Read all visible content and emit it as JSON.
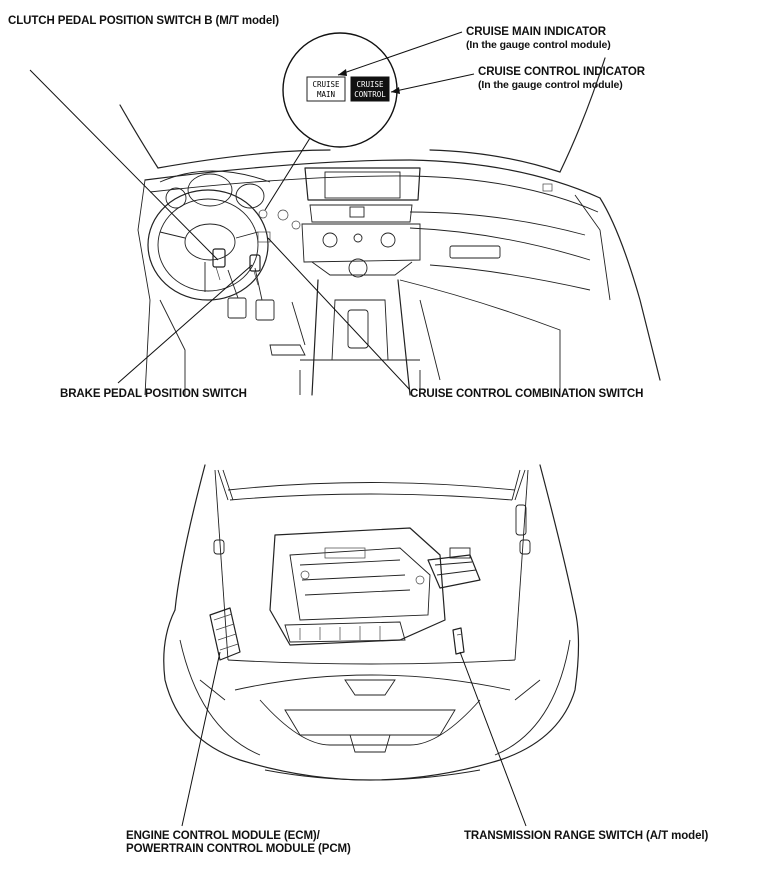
{
  "labels": {
    "clutch_switch": "CLUTCH PEDAL POSITION SWITCH B (M/T model)",
    "cruise_main": {
      "title": "CRUISE MAIN INDICATOR",
      "subtitle": "(In the gauge control module)"
    },
    "cruise_control": {
      "title": "CRUISE CONTROL INDICATOR",
      "subtitle": "(In the gauge control module)"
    },
    "brake_switch": "BRAKE PEDAL POSITION SWITCH",
    "combination_switch": "CRUISE CONTROL COMBINATION SWITCH",
    "ecm": {
      "line1": "ENGINE CONTROL MODULE (ECM)/",
      "line2": "POWERTRAIN CONTROL MODULE (PCM)"
    },
    "trans_switch": "TRANSMISSION RANGE SWITCH (A/T model)"
  },
  "indicators": {
    "main_line1": "CRUISE",
    "main_line2": "MAIN",
    "control_line1": "CRUISE",
    "control_line2": "CONTROL"
  }
}
